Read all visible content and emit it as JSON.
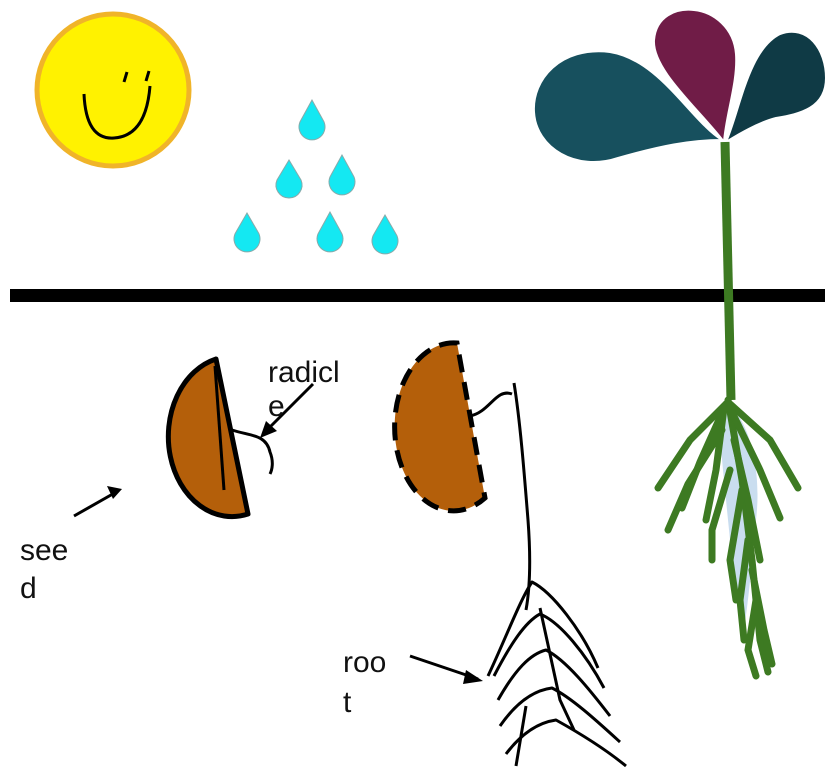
{
  "labels": {
    "radicle_line1": "radicl",
    "radicle_line2": "e",
    "seed_line1": "see",
    "seed_line2": "d",
    "root_line1": "roo",
    "root_line2": "t"
  },
  "colors": {
    "sun_fill": "#FFF200",
    "sun_outline": "#F0B429",
    "water": "#14E8F2",
    "seed": "#B45F0A",
    "soil_line": "#000000",
    "stem": "#3D7A22",
    "leaf_left": "#17505E",
    "leaf_right": "#0F3A45",
    "leaf_center": "#701C47",
    "root_core": "#C9DDEF"
  }
}
